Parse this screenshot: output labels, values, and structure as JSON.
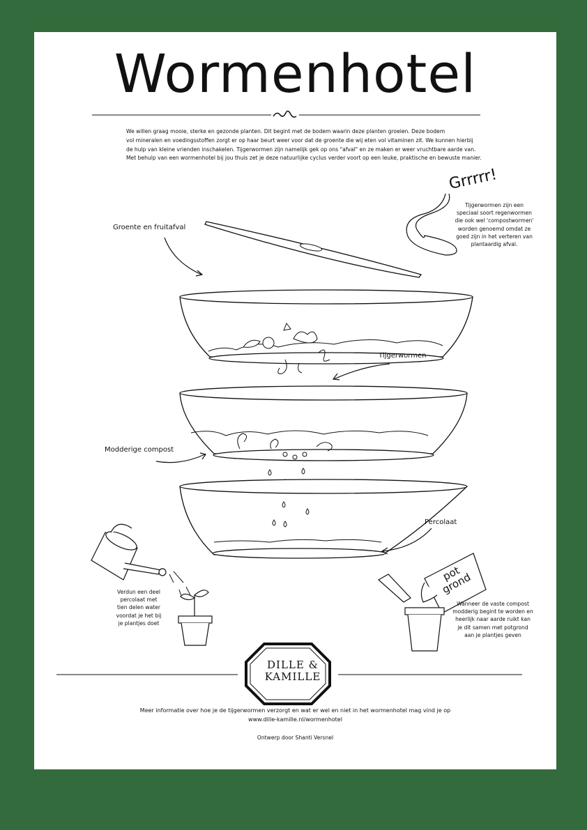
{
  "title": "Wormenhotel",
  "intro": [
    "We willen graag mooie, sterke en gezonde planten. Dit begint met de bodem waarin deze planten groeien. Deze bodem",
    "vol mineralen en voedingsstoffen zorgt er op haar beurt weer voor dat de groente die wij eten vol vitaminen zit. We kunnen hierbij",
    "de hulp van kleine vrienden inschakelen. Tijgerwormen zijn namelijk gek op ons \"afval\" en ze maken er weer vruchtbare aarde van.",
    "Met behulp van een wormenhotel bij jou thuis zet je deze natuurlijke cyclus verder voort op een leuke, praktische en bewuste manier."
  ],
  "worm": {
    "exclamation": "Grrrrr!",
    "text": [
      "Tijgerwormen zijn een",
      "speciaal soort regenwormen",
      "die ook wel 'compostwormen'",
      "worden genoemd omdat ze",
      "goed zijn in het verteren van",
      "plantaardig afval."
    ]
  },
  "labels": {
    "food": "Groente en fruitafval",
    "worms": "Tijgerwormen",
    "compost": "Modderige compost",
    "percolate": "Percolaat"
  },
  "watering_text": [
    "Verdun een deel",
    "percolaat met",
    "tien delen water",
    "voordat je het bij",
    "je plantjes doet"
  ],
  "soil_bag": [
    "pot",
    "grond"
  ],
  "compost_text": [
    "Wanneer de vaste compost",
    "modderig begint te worden en",
    "heerlijk naar aarde ruikt kan",
    "je dit samen met potgrond",
    "aan je plantjes geven"
  ],
  "logo": [
    "DILLE &",
    "KAMILLE"
  ],
  "footer": {
    "info": [
      "Meer informatie over hoe je de tijgerwormen verzorgt en wat er wel en niet in het wormenhotel mag vind je op",
      "www.dille-kamille.nl/wormenhotel"
    ],
    "credit": "Ontwerp door Shanti Versnel"
  }
}
